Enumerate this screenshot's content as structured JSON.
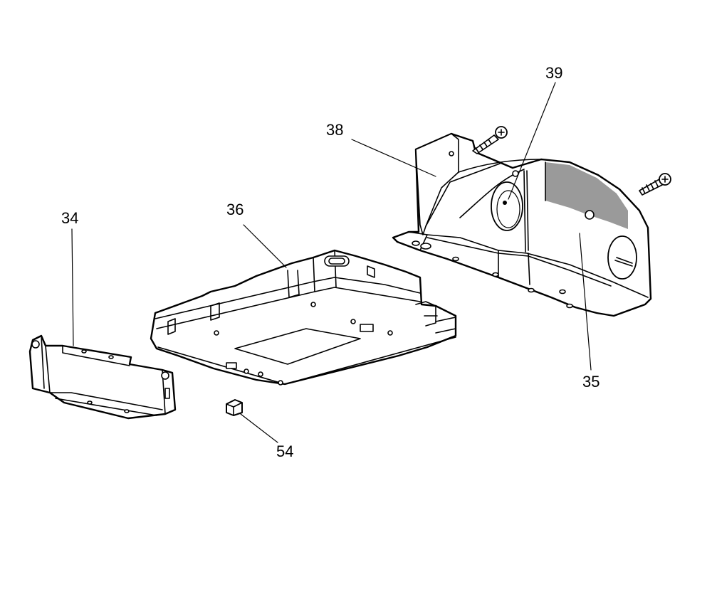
{
  "callouts": {
    "c34": "34",
    "c35": "35",
    "c36": "36",
    "c38": "38",
    "c39": "39",
    "c54": "54"
  },
  "colors": {
    "line": "#000000",
    "fill": "#ffffff",
    "shade": "#9a9a9a"
  }
}
